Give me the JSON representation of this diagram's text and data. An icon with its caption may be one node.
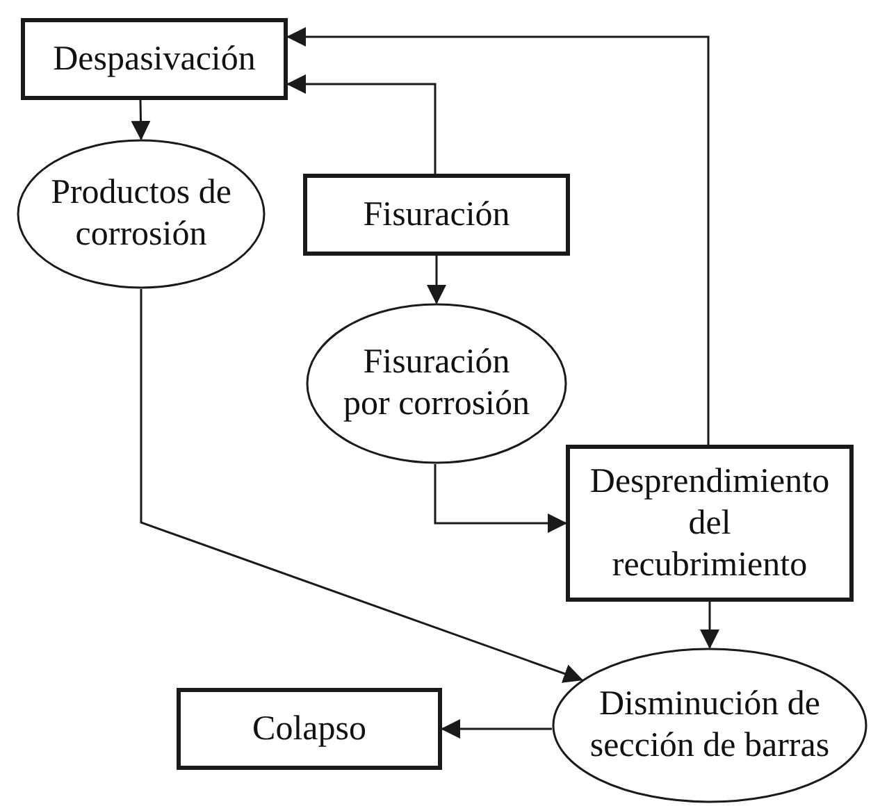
{
  "diagram": {
    "nodes": [
      {
        "text": [
          "Despasivación"
        ]
      },
      {
        "text": [
          "Productos de corrosión"
        ]
      },
      {
        "text": [
          "Fisuración"
        ]
      },
      {
        "text": [
          "Fisuración por corrosión"
        ]
      },
      {
        "text": [
          "Desprendimiento del recubrimiento"
        ]
      },
      {
        "text": [
          "Disminución de sección de barras"
        ]
      },
      {
        "text": [
          "Colapso"
        ]
      }
    ],
    "edges": [
      {
        "from": 0,
        "to": 1,
        "arrow": "to"
      },
      {
        "from": 2,
        "to": 0,
        "arrow": "to"
      },
      {
        "from": 4,
        "to": 0,
        "arrow": "to"
      },
      {
        "from": 2,
        "to": 3,
        "arrow": "to"
      },
      {
        "from": 3,
        "to": 4,
        "arrow": "to"
      },
      {
        "from": 1,
        "to": 5,
        "arrow": "to"
      },
      {
        "from": 4,
        "to": 5,
        "arrow": "to"
      },
      {
        "from": 5,
        "to": 6,
        "arrow": "to"
      }
    ]
  }
}
